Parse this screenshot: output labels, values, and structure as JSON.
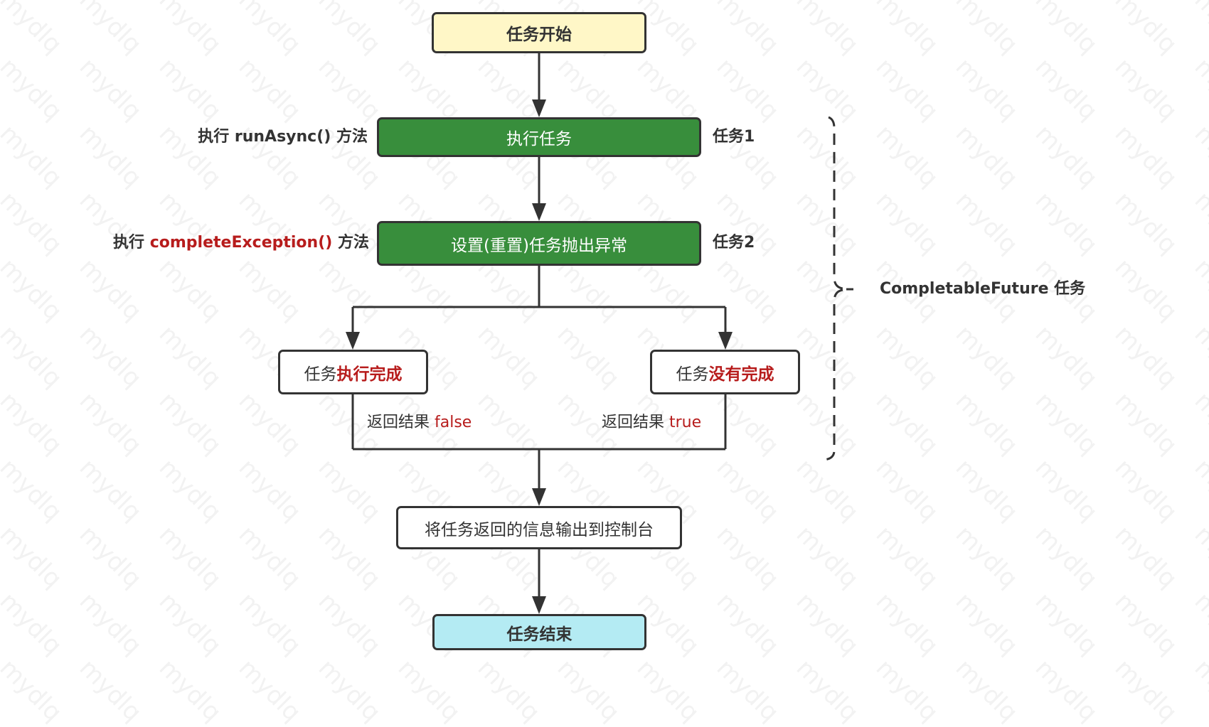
{
  "watermark": "mydlq",
  "colors": {
    "stroke": "#333333",
    "start_fill": "#fff7c7",
    "task_fill": "#388e3c",
    "end_fill": "#b4ebf3",
    "accent_red": "#b71c1c"
  },
  "nodes": {
    "start": "任务开始",
    "task1": "执行任务",
    "task2": "设置(重置)任务抛出异常",
    "done": {
      "prefix": "任务",
      "emphasis": "执行完成"
    },
    "not_done": {
      "prefix": "任务",
      "emphasis": "没有完成"
    },
    "output": "将任务返回的信息输出到控制台",
    "end": "任务结束"
  },
  "side_labels": {
    "method1": {
      "prefix": "执行 ",
      "method": "runAsync()",
      "suffix": " 方法"
    },
    "method2": {
      "prefix": "执行 ",
      "method": "completeException()",
      "suffix": " 方法"
    },
    "task1_tag": "任务1",
    "task2_tag": "任务2"
  },
  "edge_labels": {
    "false_branch": {
      "prefix": "返回结果 ",
      "value": "false"
    },
    "true_branch": {
      "prefix": "返回结果 ",
      "value": "true"
    }
  },
  "brace_label": "CompletableFuture 任务"
}
